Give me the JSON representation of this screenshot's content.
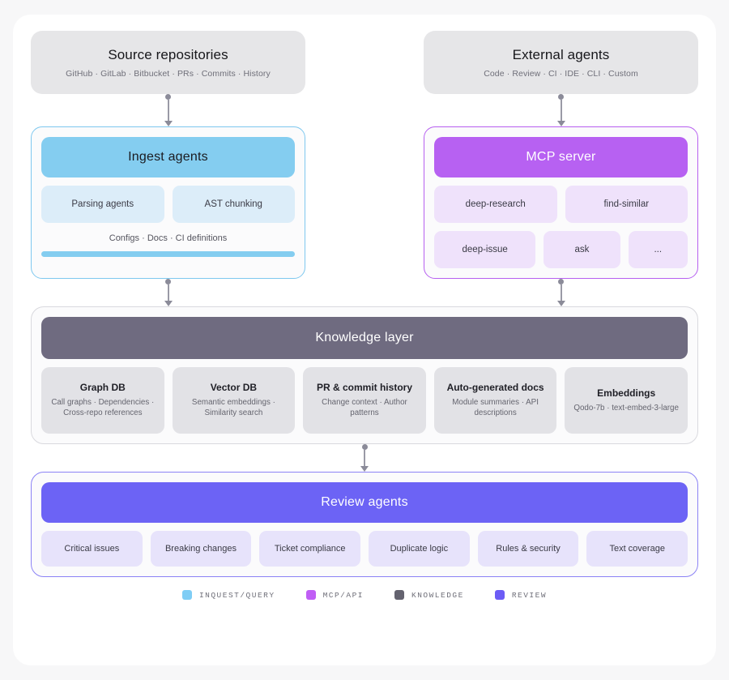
{
  "top": {
    "source_repositories": {
      "title": "Source repositories",
      "subtitle": "GitHub · GitLab · Bitbucket · PRs · Commits · History"
    },
    "external_agents": {
      "title": "External agents",
      "subtitle": "Code · Review · CI · IDE · CLI · Custom"
    }
  },
  "ingest": {
    "title": "Ingest agents",
    "chips": [
      "Parsing agents",
      "AST chunking"
    ],
    "note": "Configs · Docs · CI definitions"
  },
  "mcp": {
    "title": "MCP server",
    "row1": [
      "deep-research",
      "find-similar"
    ],
    "row2": [
      "deep-issue",
      "ask",
      "..."
    ]
  },
  "knowledge": {
    "title": "Knowledge layer",
    "cards": [
      {
        "title": "Graph DB",
        "subtitle": "Call graphs · Dependencies · Cross-repo references"
      },
      {
        "title": "Vector DB",
        "subtitle": "Semantic embeddings · Similarity search"
      },
      {
        "title": "PR & commit history",
        "subtitle": "Change context · Author patterns"
      },
      {
        "title": "Auto-generated docs",
        "subtitle": "Module summaries · API descriptions"
      },
      {
        "title": "Embeddings",
        "subtitle": "Qodo-7b · text-embed-3-large"
      }
    ]
  },
  "review": {
    "title": "Review agents",
    "chips": [
      "Critical issues",
      "Breaking changes",
      "Ticket compliance",
      "Duplicate logic",
      "Rules & security",
      "Text coverage"
    ]
  },
  "legend": [
    {
      "label": "INQUEST/QUERY",
      "color": "#7fcdf5"
    },
    {
      "label": "MCP/API",
      "color": "#c05ef5"
    },
    {
      "label": "KNOWLEDGE",
      "color": "#64636f"
    },
    {
      "label": "REVIEW",
      "color": "#6c5cf5"
    }
  ]
}
